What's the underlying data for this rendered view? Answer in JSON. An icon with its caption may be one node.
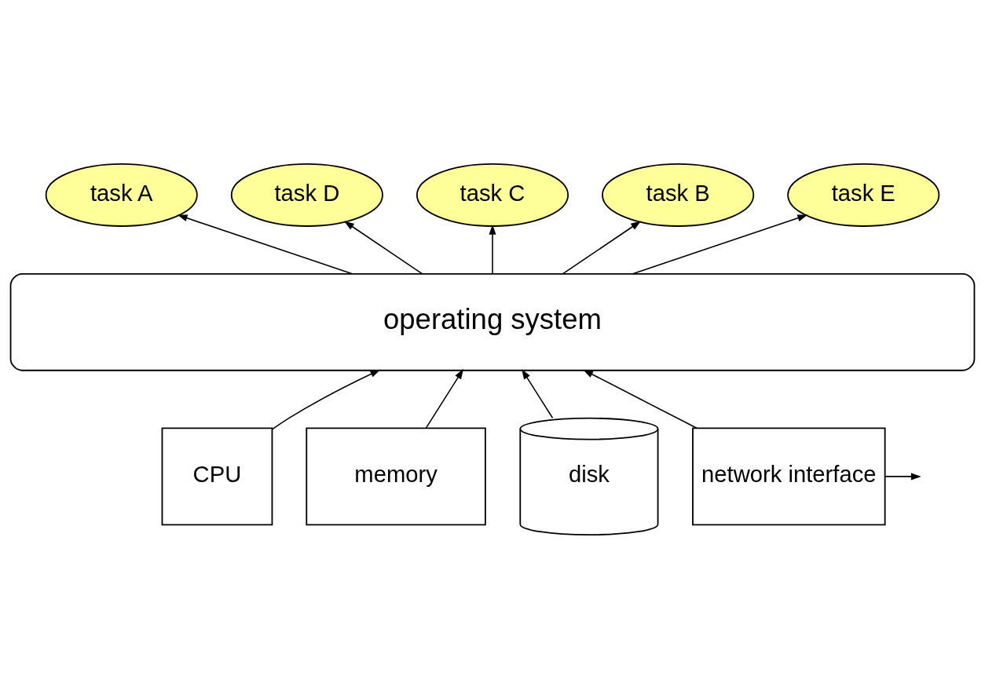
{
  "diagram": {
    "nodes": [
      {
        "text": [
          "task A"
        ]
      },
      {
        "text": [
          "task D"
        ]
      },
      {
        "text": [
          "task C"
        ]
      },
      {
        "text": [
          "task B"
        ]
      },
      {
        "text": [
          "task E"
        ]
      },
      {
        "text": [
          "operating system"
        ]
      },
      {
        "text": [
          "CPU"
        ]
      },
      {
        "text": [
          "memory"
        ]
      },
      {
        "text": [
          "disk"
        ]
      },
      {
        "text": [
          "network interface"
        ]
      }
    ],
    "edges": [
      {
        "from": 5,
        "to": 0,
        "arrow": "to"
      },
      {
        "from": 5,
        "to": 1,
        "arrow": "to"
      },
      {
        "from": 5,
        "to": 2,
        "arrow": "to"
      },
      {
        "from": 5,
        "to": 3,
        "arrow": "to"
      },
      {
        "from": 5,
        "to": 4,
        "arrow": "to"
      },
      {
        "from": 6,
        "to": 5,
        "arrow": "to"
      },
      {
        "from": 7,
        "to": 5,
        "arrow": "to"
      },
      {
        "from": 8,
        "to": 5,
        "arrow": "to"
      },
      {
        "from": 9,
        "to": 5,
        "arrow": "to"
      },
      {
        "from": 9,
        "to": null,
        "arrow": "to"
      }
    ]
  }
}
